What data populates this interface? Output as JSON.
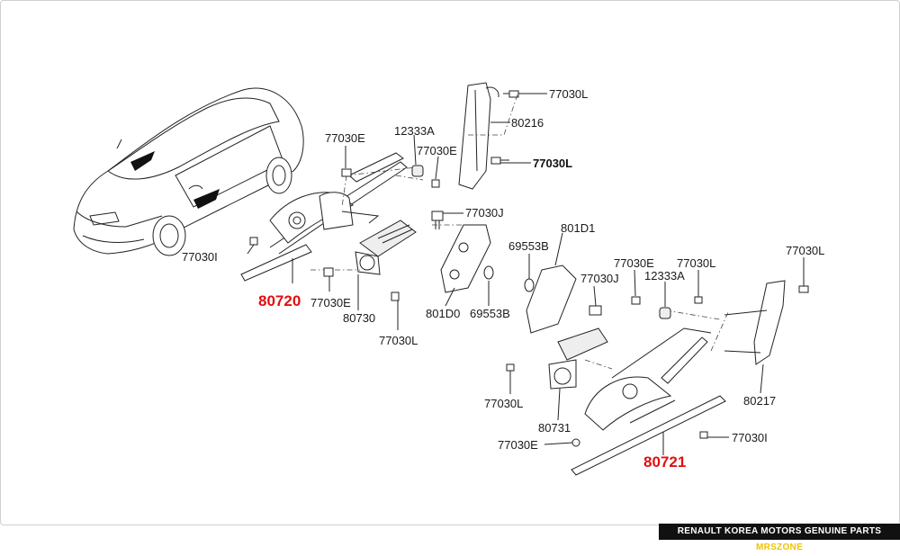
{
  "labels": {
    "l_77030L_top": "77030L",
    "l_80216": "80216",
    "l_77030L_bold": "77030L",
    "l_77030E_a": "77030E",
    "l_12333A_a": "12333A",
    "l_77030E_b": "77030E",
    "l_77030J_a": "77030J",
    "l_77030I_a": "77030I",
    "l_80720": "80720",
    "l_77030E_c": "77030E",
    "l_80730": "80730",
    "l_77030L_a": "77030L",
    "l_801D1": "801D1",
    "l_69553B_a": "69553B",
    "l_801D0": "801D0",
    "l_69553B_b": "69553B",
    "l_77030J_b": "77030J",
    "l_77030E_d": "77030E",
    "l_12333A_b": "12333A",
    "l_77030L_b": "77030L",
    "l_77030L_c": "77030L",
    "l_80217": "80217",
    "l_77030L_d": "77030L",
    "l_80731": "80731",
    "l_77030E_e": "77030E",
    "l_80721": "80721",
    "l_77030I_b": "77030I"
  },
  "footer": {
    "text": "RENAULT KOREA MOTORS GENUINE PARTS",
    "brand": "MRSZONE"
  },
  "colors": {
    "highlight": "#e01010",
    "footer_bg": "#111111",
    "brand": "#f2c200"
  }
}
